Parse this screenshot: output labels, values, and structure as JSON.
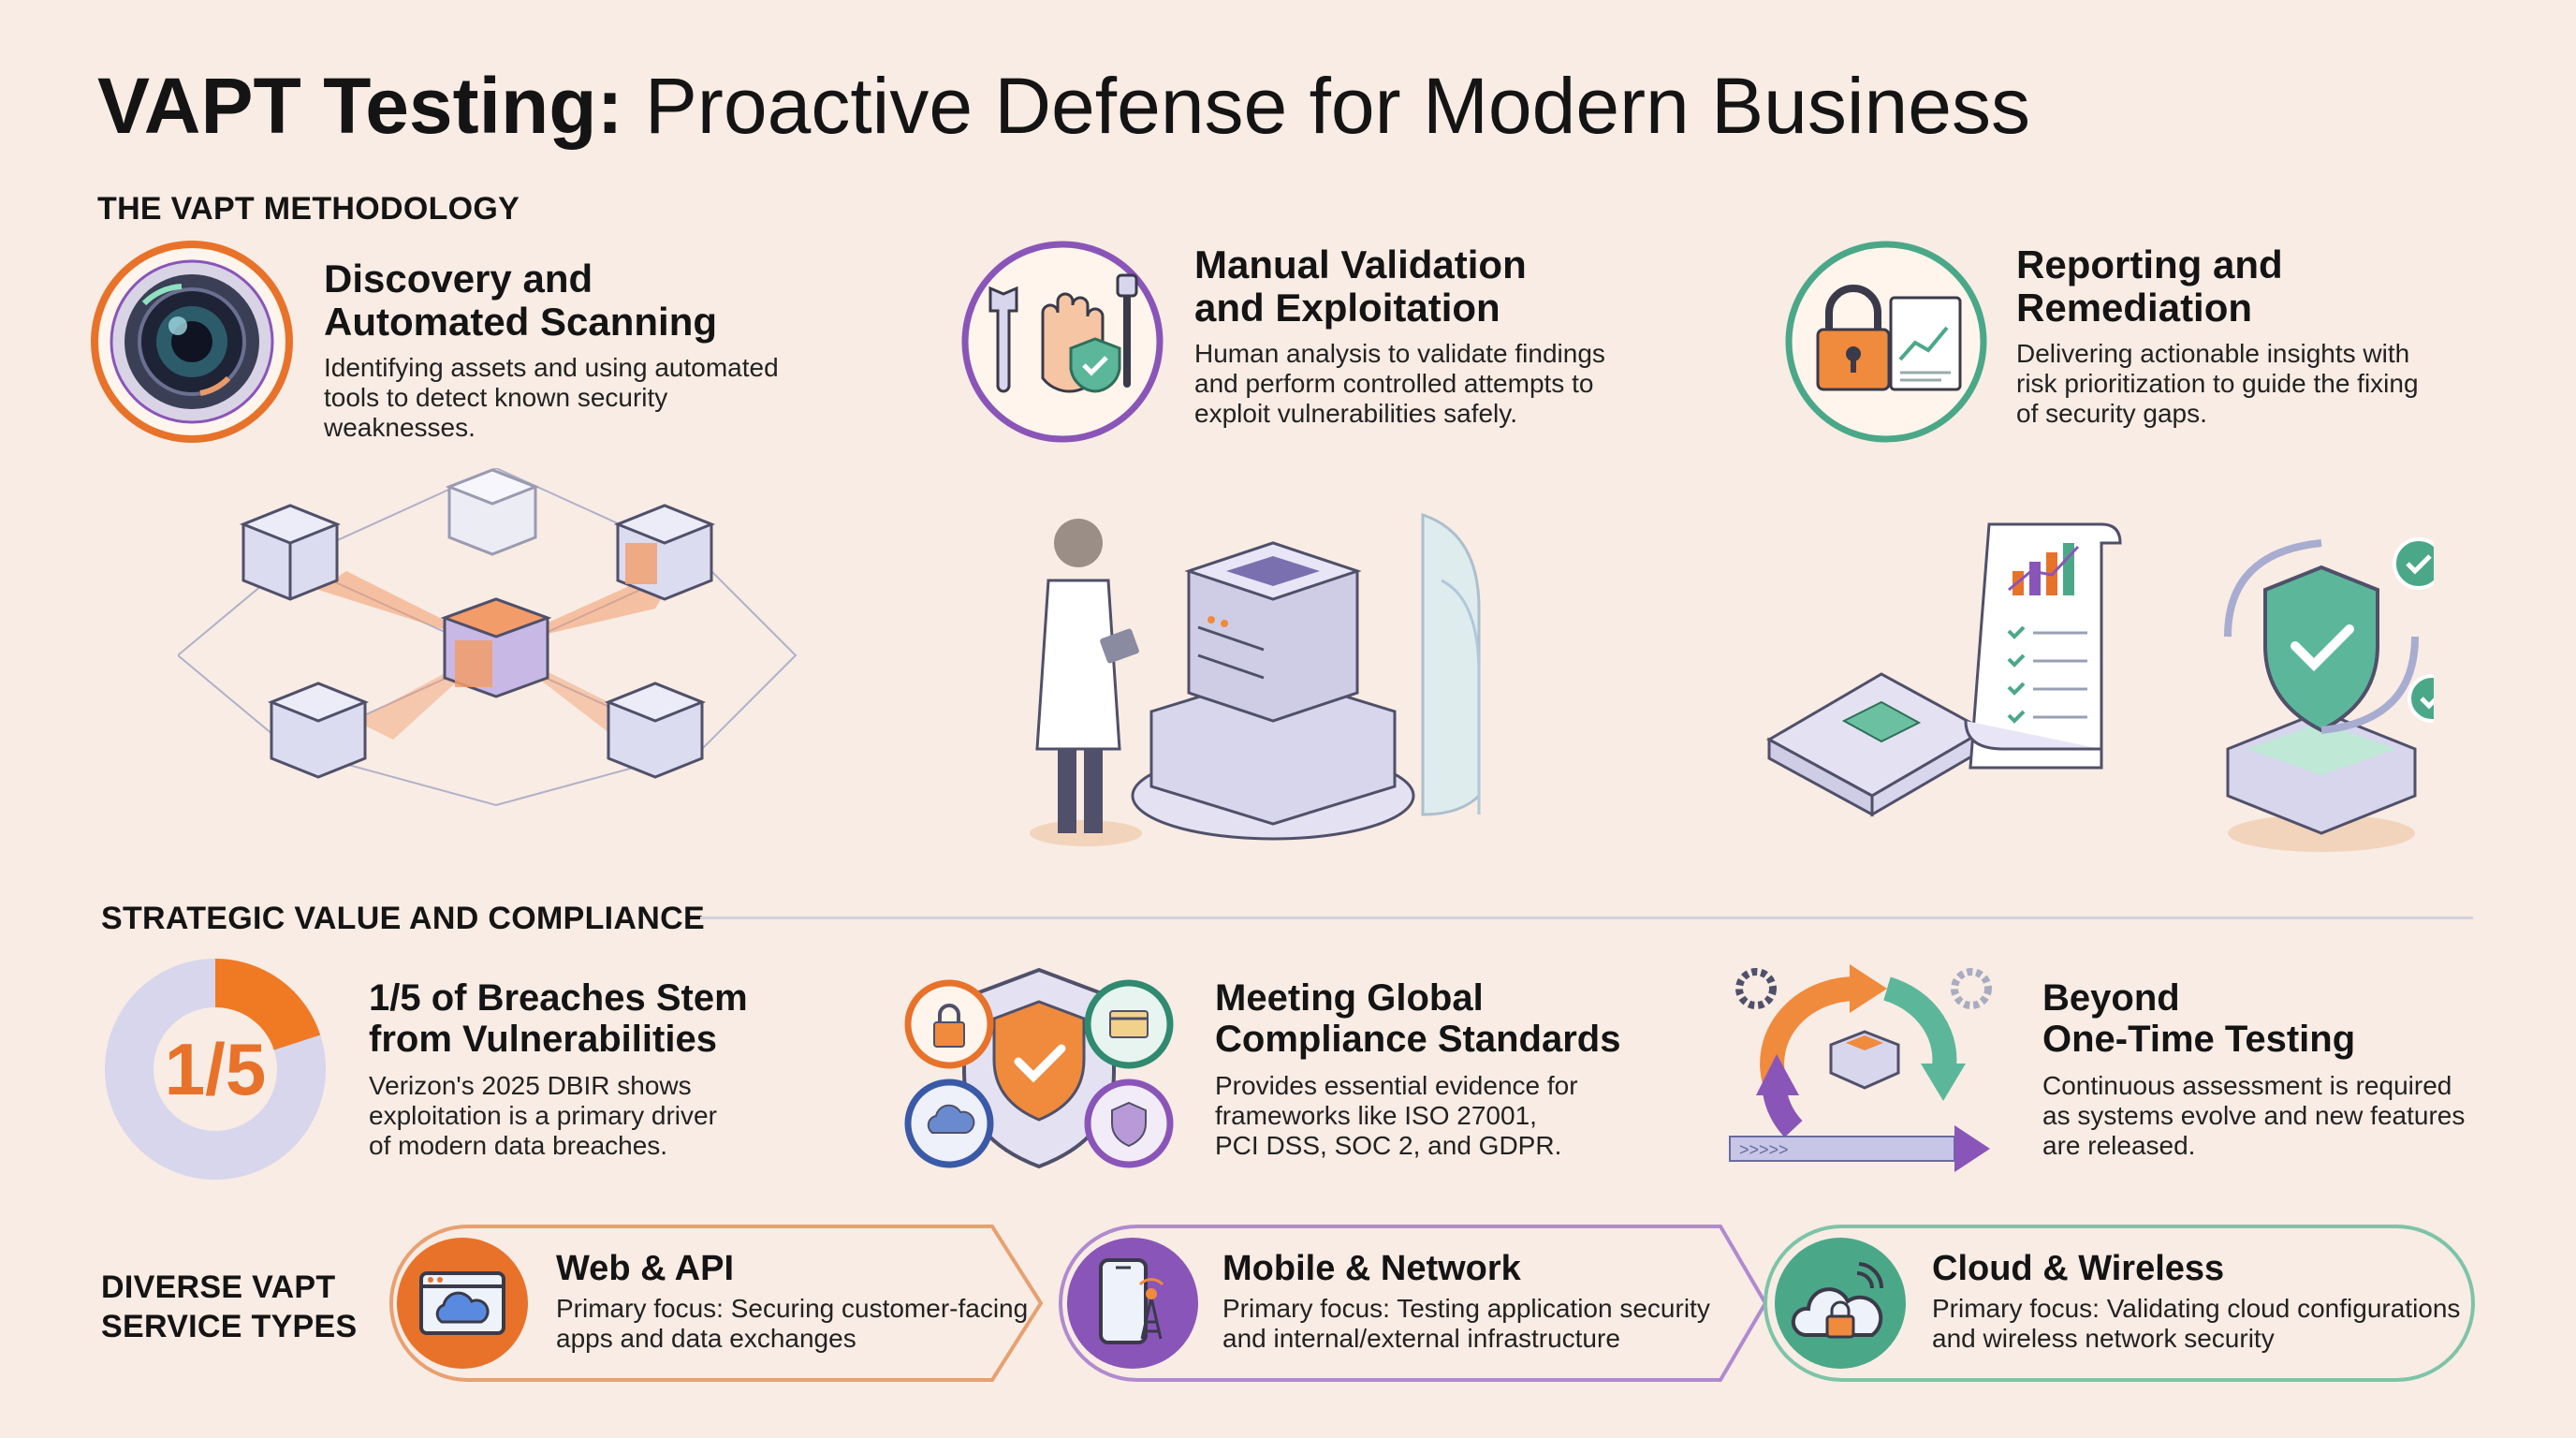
{
  "title": {
    "bold": "VAPT Testing:",
    "rest": "Proactive Defense for Modern Business"
  },
  "methodology": {
    "heading": "THE VAPT METHODOLOGY",
    "steps": [
      {
        "title_line1": "Discovery and",
        "title_line2": "Automated Scanning",
        "desc_line1": "Identifying assets and using automated",
        "desc_line2": "tools to detect known security weaknesses.",
        "desc_line3": "",
        "icon": "camera-lens-icon",
        "accent": "#e8722a"
      },
      {
        "title_line1": "Manual Validation",
        "title_line2": "and Exploitation",
        "desc_line1": "Human analysis to validate findings",
        "desc_line2": "and perform controlled attempts to",
        "desc_line3": "exploit vulnerabilities safely.",
        "icon": "tools-hand-shield-icon",
        "accent": "#8a55b8"
      },
      {
        "title_line1": "Reporting and",
        "title_line2": "Remediation",
        "desc_line1": "Delivering actionable insights with",
        "desc_line2": "risk prioritization to guide the fixing",
        "desc_line3": "of security gaps.",
        "icon": "padlock-report-icon",
        "accent": "#4aa888"
      }
    ]
  },
  "strategic": {
    "heading": "STRATEGIC VALUE AND COMPLIANCE",
    "items": [
      {
        "stat": "1/5",
        "stat_fraction": 0.2,
        "title_line1": "1/5 of Breaches Stem",
        "title_line2": "from Vulnerabilities",
        "desc_line1": "Verizon's 2025 DBIR shows",
        "desc_line2": "exploitation is a primary driver",
        "desc_line3": "of modern data breaches."
      },
      {
        "title_line1": "Meeting Global",
        "title_line2": "Compliance Standards",
        "desc_line1": "Provides essential evidence for",
        "desc_line2": "frameworks like ISO 27001,",
        "desc_line3": "PCI DSS, SOC 2, and GDPR."
      },
      {
        "title_line1": "Beyond",
        "title_line2": "One-Time Testing",
        "desc_line1": "Continuous assessment is required",
        "desc_line2": "as systems evolve and new features",
        "desc_line3": "are released."
      }
    ]
  },
  "services": {
    "heading_line1": "DIVERSE VAPT",
    "heading_line2": "SERVICE TYPES",
    "items": [
      {
        "title": "Web & API",
        "desc_line1": "Primary focus: Securing customer-facing",
        "desc_line2": "apps and data exchanges",
        "icon": "browser-cloud-icon",
        "accent": "#e8722a"
      },
      {
        "title": "Mobile & Network",
        "desc_line1": "Primary focus: Testing application security",
        "desc_line2": "and internal/external infrastructure",
        "icon": "mobile-tower-icon",
        "accent": "#8a55b8"
      },
      {
        "title": "Cloud & Wireless",
        "desc_line1": "Primary focus: Validating cloud configurations",
        "desc_line2": "and wireless network security",
        "icon": "cloud-lock-wifi-icon",
        "accent": "#4aa888"
      }
    ]
  },
  "colors": {
    "background": "#f8ece4",
    "orange": "#e8722a",
    "purple": "#8a55b8",
    "green": "#4aa888",
    "lavender": "#d7d6ec"
  }
}
